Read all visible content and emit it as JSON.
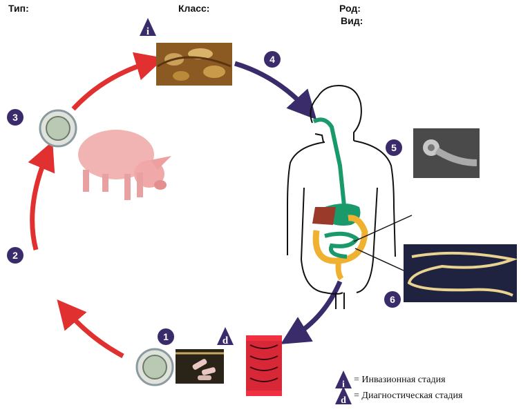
{
  "headers": {
    "type": "Тип:",
    "class": "Класс:",
    "genus": "Род:",
    "species": "Вид:"
  },
  "markers": {
    "infective": "i",
    "diagnostic": "d"
  },
  "stages": [
    "1",
    "2",
    "3",
    "4",
    "5",
    "6"
  ],
  "legend": {
    "infective_text": "= Инвазионная стадия",
    "diagnostic_text": "= Диагностическая стадия"
  },
  "colors": {
    "human_arrow": "#3a2c6b",
    "animal_arrow": "#e03030",
    "badge": "#3a2c6b",
    "digestive": "#1a9a6a"
  }
}
